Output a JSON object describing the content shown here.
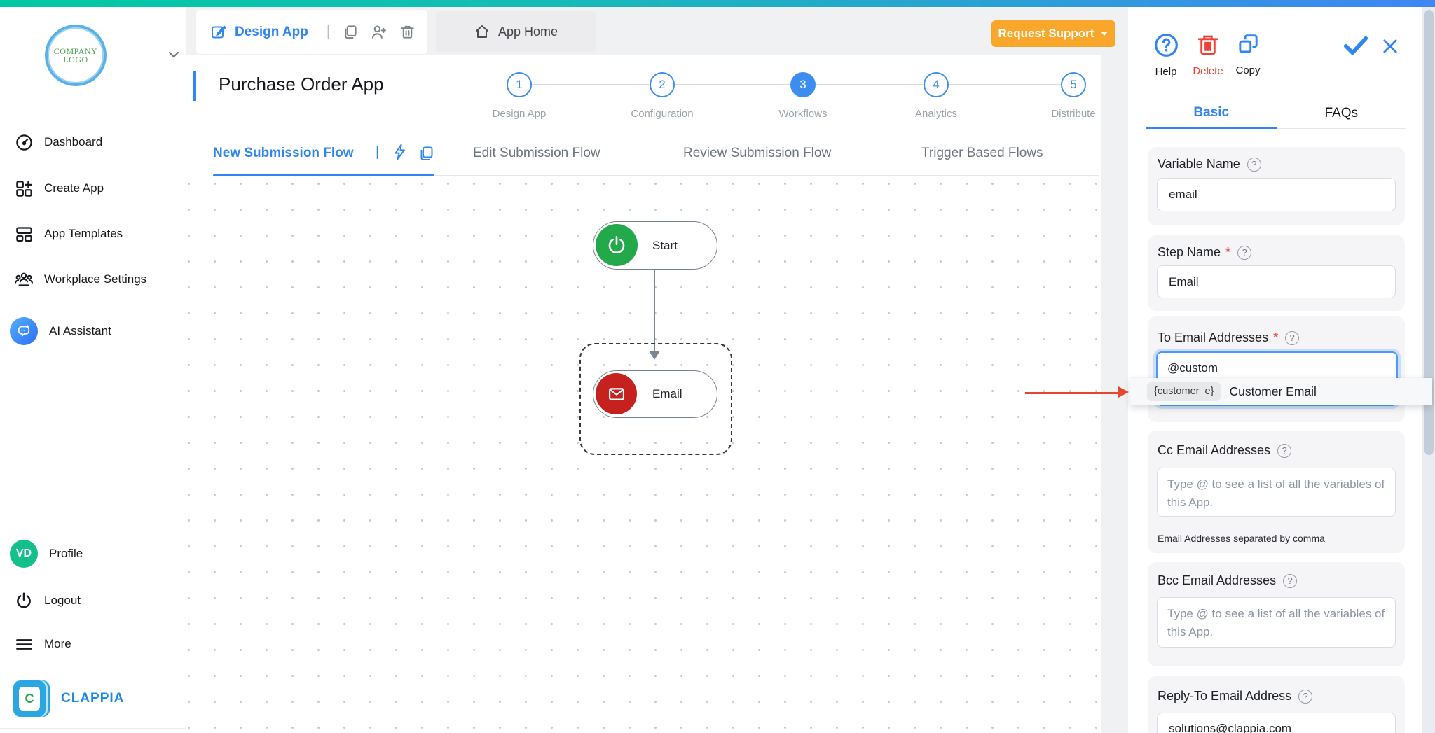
{
  "ui": {
    "qmark": "?",
    "pipe": "|",
    "required": "*"
  },
  "colors": {
    "accent": "#2F86F0",
    "success_green": "#23A84A",
    "danger_red": "#C5221F",
    "support_orange": "#F9A72B",
    "annotation_red": "#E8442E",
    "brand_blue": "#1E88E5"
  },
  "sidebar": {
    "logo": {
      "line1": "COMPANY",
      "line2": "LOGO"
    },
    "items": [
      {
        "label": "Dashboard"
      },
      {
        "label": "Create App"
      },
      {
        "label": "App Templates"
      },
      {
        "label": "Workplace Settings"
      },
      {
        "label": "AI Assistant"
      }
    ],
    "profile": {
      "initials": "VD",
      "label": "Profile"
    },
    "logout": "Logout",
    "more": "More",
    "brand": {
      "letter": "C",
      "name": "CLAPPIA"
    }
  },
  "header": {
    "design_app": "Design App",
    "app_home": "App Home",
    "request_support": "Request Support"
  },
  "page": {
    "title": "Purchase Order App"
  },
  "stepper": {
    "active_step": "3",
    "steps": [
      {
        "num": "1",
        "label": "Design App"
      },
      {
        "num": "2",
        "label": "Configuration"
      },
      {
        "num": "3",
        "label": "Workflows"
      },
      {
        "num": "4",
        "label": "Analytics"
      },
      {
        "num": "5",
        "label": "Distribute"
      }
    ]
  },
  "flow_tabs": {
    "tabs": [
      {
        "label": "New Submission Flow"
      },
      {
        "label": "Edit Submission Flow"
      },
      {
        "label": "Review Submission Flow"
      },
      {
        "label": "Trigger Based Flows"
      }
    ]
  },
  "canvas": {
    "start_label": "Start",
    "email_label": "Email"
  },
  "panel": {
    "actions": {
      "help": "Help",
      "delete": "Delete",
      "copy": "Copy"
    },
    "tabs": {
      "basic": "Basic",
      "faqs": "FAQs"
    },
    "variable_name": {
      "label": "Variable Name",
      "value": "email"
    },
    "step_name": {
      "label": "Step Name",
      "value": "Email"
    },
    "to_email": {
      "label": "To Email Addresses",
      "value": "@custom"
    },
    "suggestion": {
      "chip": "{customer_e}",
      "label": "Customer Email"
    },
    "cc_email": {
      "label": "Cc Email Addresses",
      "placeholder": "Type @ to see a list of all the variables of this App.",
      "helper": "Email Addresses separated by comma"
    },
    "bcc_email": {
      "label": "Bcc Email Addresses",
      "placeholder": "Type @ to see a list of all the variables of this App."
    },
    "reply_to": {
      "label": "Reply-To Email Address",
      "value": "solutions@clappia.com"
    }
  }
}
